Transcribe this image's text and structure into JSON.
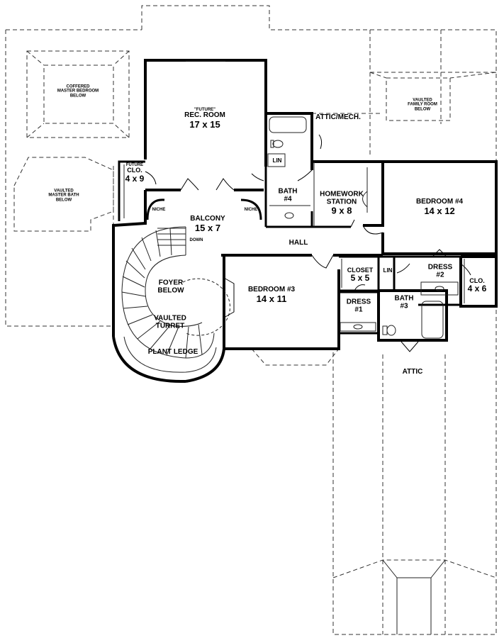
{
  "plan": {
    "rooms": {
      "rec_room": {
        "prefix": "\"FUTURE\"",
        "name": "REC. ROOM",
        "dims": "17 x 15"
      },
      "future_clo": {
        "prefix": "FUTURE",
        "name": "CLO.",
        "dims": "4 x 9"
      },
      "balcony": {
        "name": "BALCONY",
        "dims": "15 x 7"
      },
      "bath4": {
        "name": "BATH",
        "num": "#4"
      },
      "homework": {
        "name": "HOMEWORK",
        "name2": "STATION",
        "dims": "9 x 8"
      },
      "bedroom4": {
        "name": "BEDROOM #4",
        "dims": "14 x 12"
      },
      "closet": {
        "name": "CLOSET",
        "dims": "5 x 5"
      },
      "dress2": {
        "name": "DRESS",
        "num": "#2"
      },
      "clo46": {
        "name": "CLO.",
        "dims": "4 x 6"
      },
      "bedroom3": {
        "name": "BEDROOM #3",
        "dims": "14 x 11"
      },
      "dress1": {
        "name": "DRESS",
        "num": "#1"
      },
      "bath3": {
        "name": "BATH",
        "num": "#3"
      }
    },
    "labels": {
      "attic_mech": "ATTIC/MECH.",
      "attic": "ATTIC",
      "hall": "HALL",
      "lin1": "LIN",
      "lin2": "LIN",
      "niche1": "NICHE",
      "niche2": "NICHE",
      "down": "DOWN",
      "foyer": "FOYER",
      "foyer2": "BELOW",
      "turret": "VAULTED",
      "turret2": "TURRET",
      "plant_ledge": "PLANT LEDGE",
      "coffered": [
        "COFFERED",
        "MASTER BEDROOM",
        "BELOW"
      ],
      "vaulted_bath": [
        "VAULTED",
        "MASTER BATH",
        "BELOW"
      ],
      "vaulted_family": [
        "VAULTED",
        "FAMILY ROOM",
        "BELOW"
      ]
    }
  }
}
